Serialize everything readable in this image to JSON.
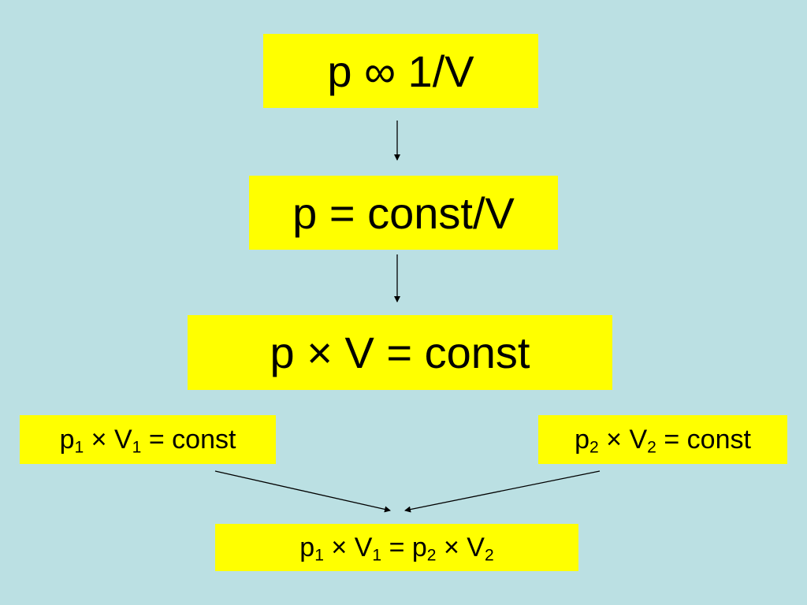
{
  "diagram": {
    "boxes": [
      {
        "id": "proportional",
        "parts": [
          {
            "text": "p ∞ 1/V"
          }
        ]
      },
      {
        "id": "p-equals-const-over-v",
        "parts": [
          {
            "text": "p = const/V"
          }
        ]
      },
      {
        "id": "pv-const",
        "parts": [
          {
            "text": "p × V = const"
          }
        ]
      },
      {
        "id": "state-1",
        "parts": [
          {
            "text": "p"
          },
          {
            "sub": "1"
          },
          {
            "text": " × V"
          },
          {
            "sub": "1"
          },
          {
            "text": " = const"
          }
        ]
      },
      {
        "id": "state-2",
        "parts": [
          {
            "text": "p"
          },
          {
            "sub": "2"
          },
          {
            "text": " × V"
          },
          {
            "sub": "2"
          },
          {
            "text": " = const"
          }
        ]
      },
      {
        "id": "boyle-law",
        "parts": [
          {
            "text": "p"
          },
          {
            "sub": "1"
          },
          {
            "text": " × V"
          },
          {
            "sub": "1"
          },
          {
            "text": " = p"
          },
          {
            "sub": "2"
          },
          {
            "text": " × V"
          },
          {
            "sub": "2"
          }
        ]
      }
    ],
    "edges": [
      {
        "from": "proportional",
        "to": "p-equals-const-over-v"
      },
      {
        "from": "p-equals-const-over-v",
        "to": "pv-const"
      },
      {
        "from": "state-1",
        "to": "boyle-law"
      },
      {
        "from": "state-2",
        "to": "boyle-law"
      }
    ],
    "colors": {
      "background": "#bbe0e3",
      "box_fill": "#ffff00",
      "text": "#000000",
      "arrow": "#000000"
    }
  }
}
